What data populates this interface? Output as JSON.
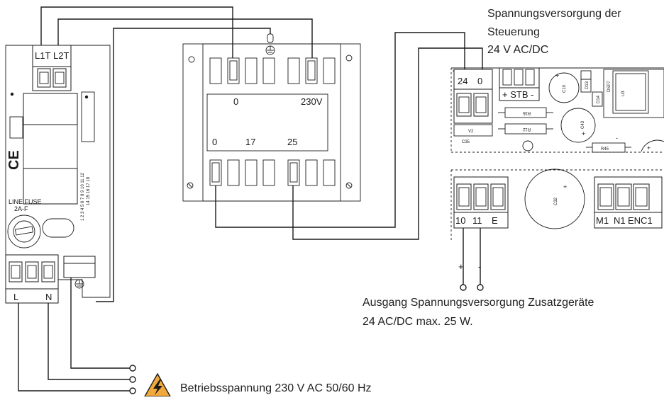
{
  "captions": {
    "controller_supply_line1": "Spannungsversorgung der",
    "controller_supply_line2": "Steuerung",
    "controller_supply_line3": "24 V AC/DC",
    "aux_output_line1": "Ausgang Spannungsversorgung Zusatzgeräte",
    "aux_output_line2": "24 AC/DC max. 25 W.",
    "mains_supply": "Betriebsspannung 230 V AC 50/60 Hz"
  },
  "power_board": {
    "terminal_l1t": "L1T",
    "terminal_l2t": "L2T",
    "fuse_line1": "LINE FUSE",
    "fuse_line2": "2A-F",
    "terminal_l": "L",
    "terminal_n": "N",
    "ce_mark": "CE",
    "pin_numbers_top": "1 2 3 4 5 6 7 8 9 10 11 12",
    "pin_numbers_bottom": "14 15 16 17 18"
  },
  "transformer": {
    "primary_zero": "0",
    "primary_230": "230V",
    "secondary_zero": "0",
    "secondary_17": "17",
    "secondary_25": "25"
  },
  "control_board": {
    "terminal_24": "24",
    "terminal_0": "0",
    "stb_label": "+ STB -",
    "v2": "V2",
    "c35": "C35",
    "r35": "R35",
    "r12": "R12",
    "c10": "C10",
    "d13": "D13",
    "d14": "D14",
    "dsp7": "DSP7",
    "u3": "U3",
    "c43": "C43",
    "r45": "R45",
    "c32": "C32",
    "terminal_10": "10",
    "terminal_11": "11",
    "terminal_e": "E",
    "terminal_m1": "M1",
    "terminal_n1": "N1",
    "terminal_enc1": "ENC1",
    "plus": "+",
    "minus": "-",
    "x_mark": "x"
  },
  "icons": {
    "warning": "high-voltage-warning-icon",
    "earth": "earth-ground-icon"
  },
  "colors": {
    "line": "#1a1a1a",
    "warning_fill": "#f2a93b"
  }
}
